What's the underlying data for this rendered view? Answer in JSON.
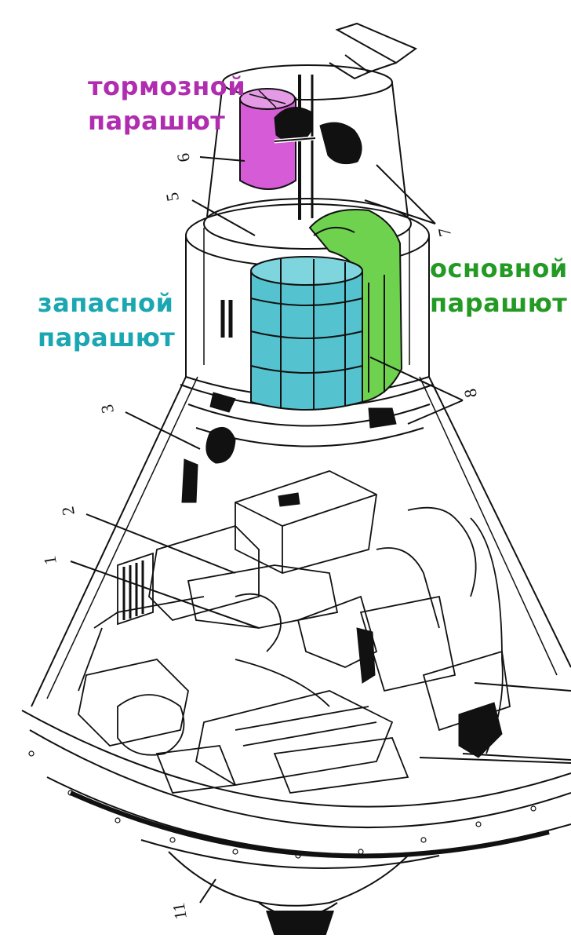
{
  "colors": {
    "drogue": "#d65bd6",
    "reserve": "#55c3cf",
    "main": "#6fd24f",
    "line": "#111111",
    "background": "#ffffff",
    "label_drogue": "#b02db0",
    "label_reserve": "#1aa7b2",
    "label_main": "#239a23"
  },
  "labels": {
    "drogue": {
      "line1": "тормозной",
      "line2": "парашют"
    },
    "reserve": {
      "line1": "запасной",
      "line2": "парашют"
    },
    "main": {
      "line1": "основной",
      "line2": "парашют"
    }
  },
  "callouts": [
    "1",
    "2",
    "3",
    "5",
    "6",
    "7",
    "8",
    "11"
  ]
}
